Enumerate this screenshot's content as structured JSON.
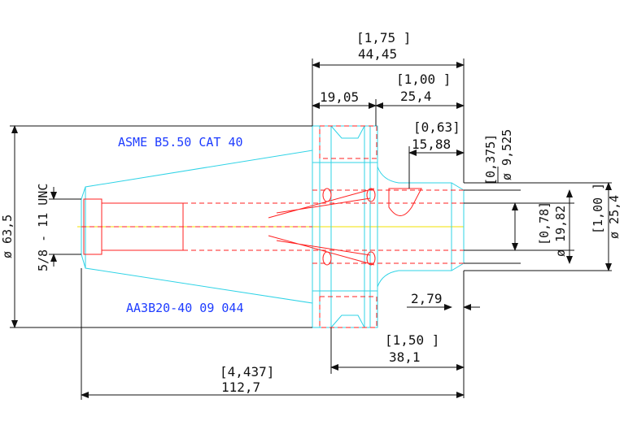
{
  "labels": {
    "standard": "ASME B5.50 CAT 40",
    "part_number": "AA3B20-40 09 044",
    "thread": "5/8 - 11 UNC"
  },
  "dimensions": {
    "flange_length_in": "[1,75 ]",
    "flange_length_mm": "44,45",
    "flange_a_mm": "19,05",
    "flange_b_in": "[1,00 ]",
    "flange_b_mm": "25,4",
    "pocket_depth_in": "[0,63]",
    "pocket_depth_mm": "15,88",
    "dia_small_in": "[0,375]",
    "dia_small_mm": "ø 9,525",
    "dia_mid_in": "[0,78]",
    "dia_mid_mm": "ø 19,82",
    "dia_large_in": "[1,00 ]",
    "dia_large_mm": "ø 25,4",
    "gauge_dia": "ø 63,5",
    "chamfer_mm": "2,79",
    "nose_length_in": "[1,50 ]",
    "nose_length_mm": "38,1",
    "overall_in": "[4,437]",
    "overall_mm": "112,7"
  },
  "colors": {
    "outline": "#2fd3e6",
    "hidden": "#ff2020",
    "centerline": "#f2e200",
    "label": "#1e3cff",
    "dimension": "#111111"
  }
}
